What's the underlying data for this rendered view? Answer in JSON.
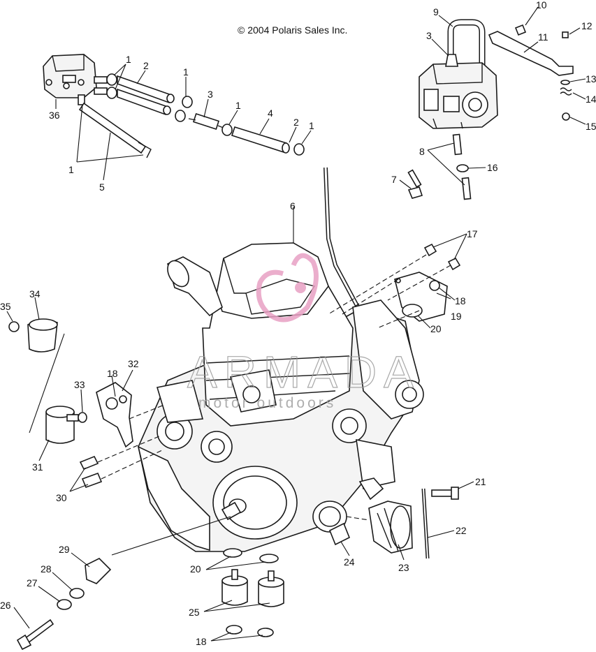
{
  "copyright": "© 2004 Polaris Sales Inc.",
  "watermark": {
    "brand": "ARMADA",
    "tagline": "motor outdoors",
    "logo_color": "#e8a0c4"
  },
  "callouts": [
    "1",
    "2",
    "3",
    "4",
    "5",
    "6",
    "7",
    "8",
    "9",
    "10",
    "11",
    "12",
    "13",
    "14",
    "15",
    "16",
    "17",
    "18",
    "19",
    "20",
    "21",
    "22",
    "23",
    "24",
    "25",
    "26",
    "27",
    "28",
    "29",
    "30",
    "31",
    "32",
    "33",
    "34",
    "35",
    "36"
  ]
}
